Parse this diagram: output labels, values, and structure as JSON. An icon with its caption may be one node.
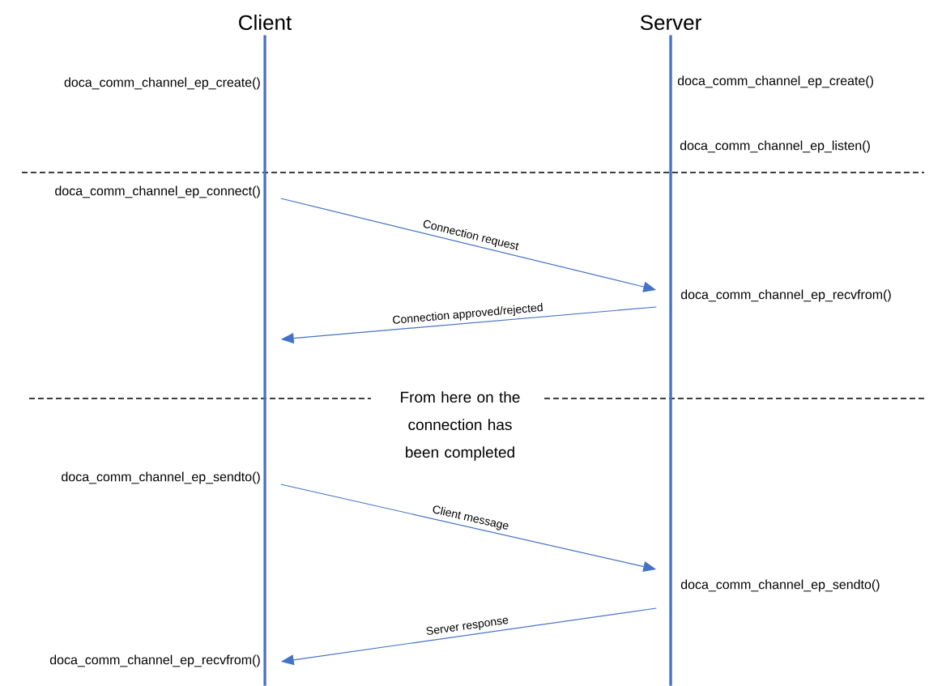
{
  "diagram": {
    "nodes": [
      {
        "text": [
          "Client"
        ]
      },
      {
        "text": [
          "Server"
        ]
      }
    ],
    "edges": [
      {
        "from": 0,
        "to": 1,
        "arrow": "to",
        "label": "Connection request"
      },
      {
        "from": 1,
        "to": 0,
        "arrow": "to",
        "label": "Connection approved/rejected"
      },
      {
        "from": 0,
        "to": 1,
        "arrow": "to",
        "label": "Client message"
      },
      {
        "from": 1,
        "to": 0,
        "arrow": "to",
        "label": "Server response"
      }
    ],
    "labels": [
      "doca_comm_channel_ep_create()",
      "doca_comm_channel_ep_create()",
      "doca_comm_channel_ep_listen()",
      "doca_comm_channel_ep_connect()",
      "doca_comm_channel_ep_recvfrom()",
      "From here on the connection has been completed",
      "doca_comm_channel_ep_sendto()",
      "doca_comm_channel_ep_sendto()",
      "doca_comm_channel_ep_recvfrom()"
    ]
  }
}
